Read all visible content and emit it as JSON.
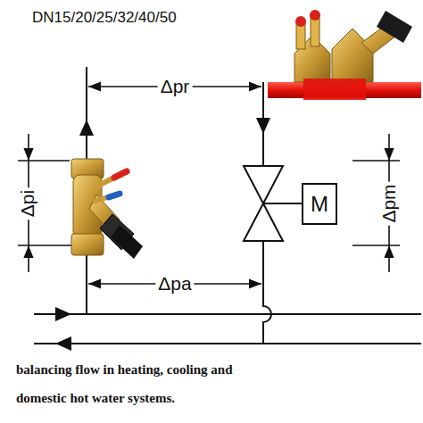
{
  "diagram": {
    "title": "DN15/20/25/32/40/50",
    "caption": "balancing flow in heating, cooling and domestic hot water systems.",
    "nodes": [
      {
        "text": [
          "M"
        ]
      }
    ],
    "labels": [
      "Δpr",
      "Δpi",
      "Δpm",
      "Δpa"
    ]
  }
}
